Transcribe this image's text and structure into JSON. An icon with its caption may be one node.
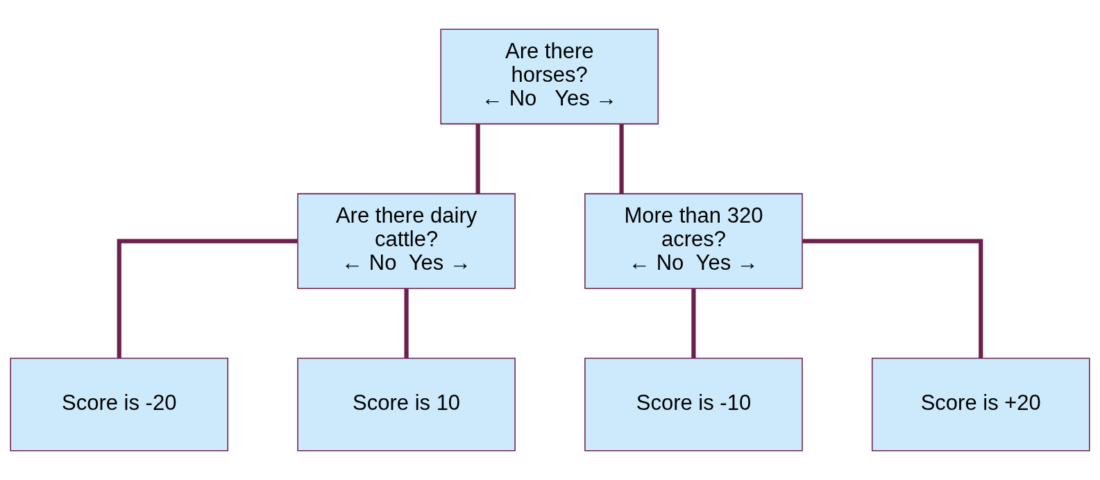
{
  "diagram": {
    "nodes": [
      {
        "text": [
          "Are there horses?",
          "← No   Yes →"
        ]
      },
      {
        "text": [
          "Are there dairy cattle?",
          "← No  Yes →"
        ]
      },
      {
        "text": [
          "More than 320 acres?",
          "← No  Yes →"
        ]
      },
      {
        "text": [
          "Score is -20"
        ]
      },
      {
        "text": [
          "Score is 10"
        ]
      },
      {
        "text": [
          "Score is -10"
        ]
      },
      {
        "text": [
          "Score is +20"
        ]
      }
    ],
    "edges": [
      {
        "from": 0,
        "to": 1,
        "arrow": "none"
      },
      {
        "from": 0,
        "to": 2,
        "arrow": "none"
      },
      {
        "from": 1,
        "to": 3,
        "arrow": "none"
      },
      {
        "from": 1,
        "to": 4,
        "arrow": "none"
      },
      {
        "from": 2,
        "to": 5,
        "arrow": "none"
      },
      {
        "from": 2,
        "to": 6,
        "arrow": "none"
      }
    ]
  }
}
